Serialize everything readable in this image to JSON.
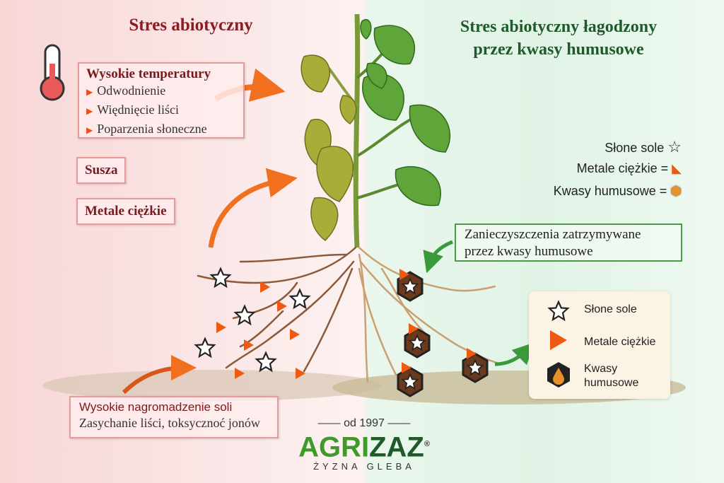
{
  "left": {
    "title": "Stres abiotyczny",
    "heat_box": {
      "heading": "Wysokie temperatury",
      "items": [
        "Odwodnienie",
        "Więdnięcie liści",
        "Poparzenia słoneczne"
      ]
    },
    "drought_label": "Susza",
    "metals_label": "Metale ciężkie",
    "salt_box": {
      "heading": "Wysokie nagromadzenie soli",
      "text": "Zasychanie liści, toksycznoć jonów"
    }
  },
  "right": {
    "title_line1": "Stres abiotyczny łagodzony",
    "title_line2": "przez kwasy humusowe",
    "legend_top": [
      "Słone sole",
      "Metale ciężkie =",
      "Kwasy humusowe ="
    ],
    "retained_box": {
      "line1": "Zanieczyszczenia zatrzymywane",
      "line2": "przez kwasy humusowe"
    },
    "legend_box": {
      "salts": "Słone sole",
      "metals": "Metale ciężkie",
      "humic_line1": "Kwasy",
      "humic_line2": "humusowe"
    }
  },
  "logo": {
    "since": "od 1997",
    "brand_part1": "AGRI",
    "brand_part2": "ZAZ",
    "registered": "®",
    "tagline": "ŻYZNA GLEBA"
  },
  "colors": {
    "left_accent": "#8a1c22",
    "right_accent": "#1f5a2a",
    "arrow_orange": "#f07020",
    "arrow_green": "#3a9a3a",
    "metal_orange": "#ee5a12",
    "humic": "#e8902a"
  }
}
